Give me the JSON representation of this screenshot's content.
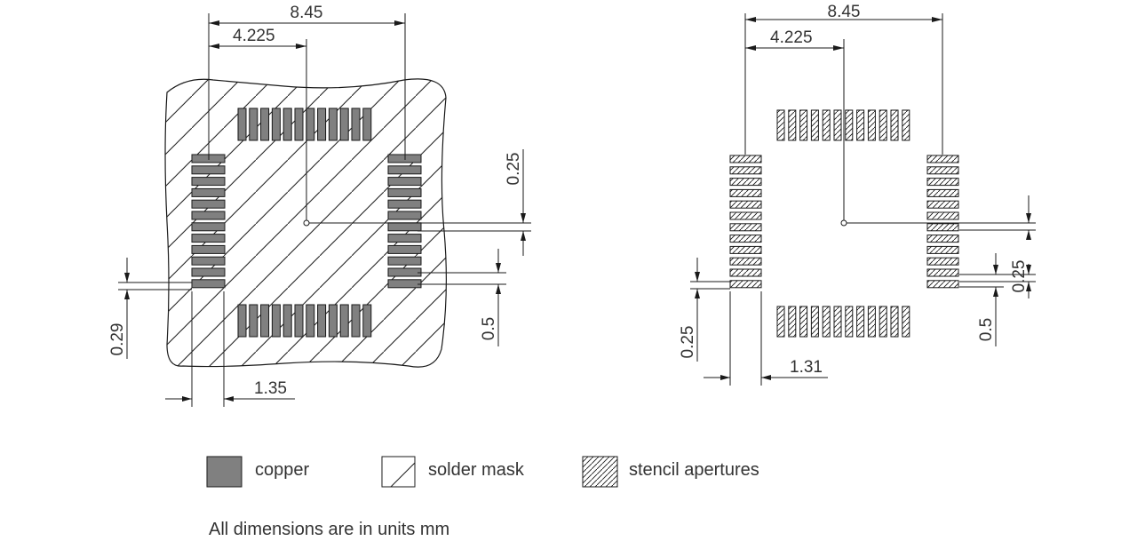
{
  "left_view": {
    "dim_overall": "8.45",
    "dim_half": "4.225",
    "dim_pitch": "0.25",
    "dim_pad_width": "0.29",
    "dim_pad_gap": "0.5",
    "dim_pad_length": "1.35"
  },
  "right_view": {
    "dim_overall": "8.45",
    "dim_half": "4.225",
    "dim_pitch": "0.25",
    "dim_pad_width": "0.25",
    "dim_pad_gap": "0.5",
    "dim_pad_length": "1.31"
  },
  "legend": {
    "copper": "copper",
    "solder_mask": "solder mask",
    "stencil": "stencil apertures"
  },
  "note": "All dimensions are in units mm",
  "colors": {
    "copper_fill": "#808080",
    "line": "#1a1a1a",
    "text": "#333333"
  }
}
